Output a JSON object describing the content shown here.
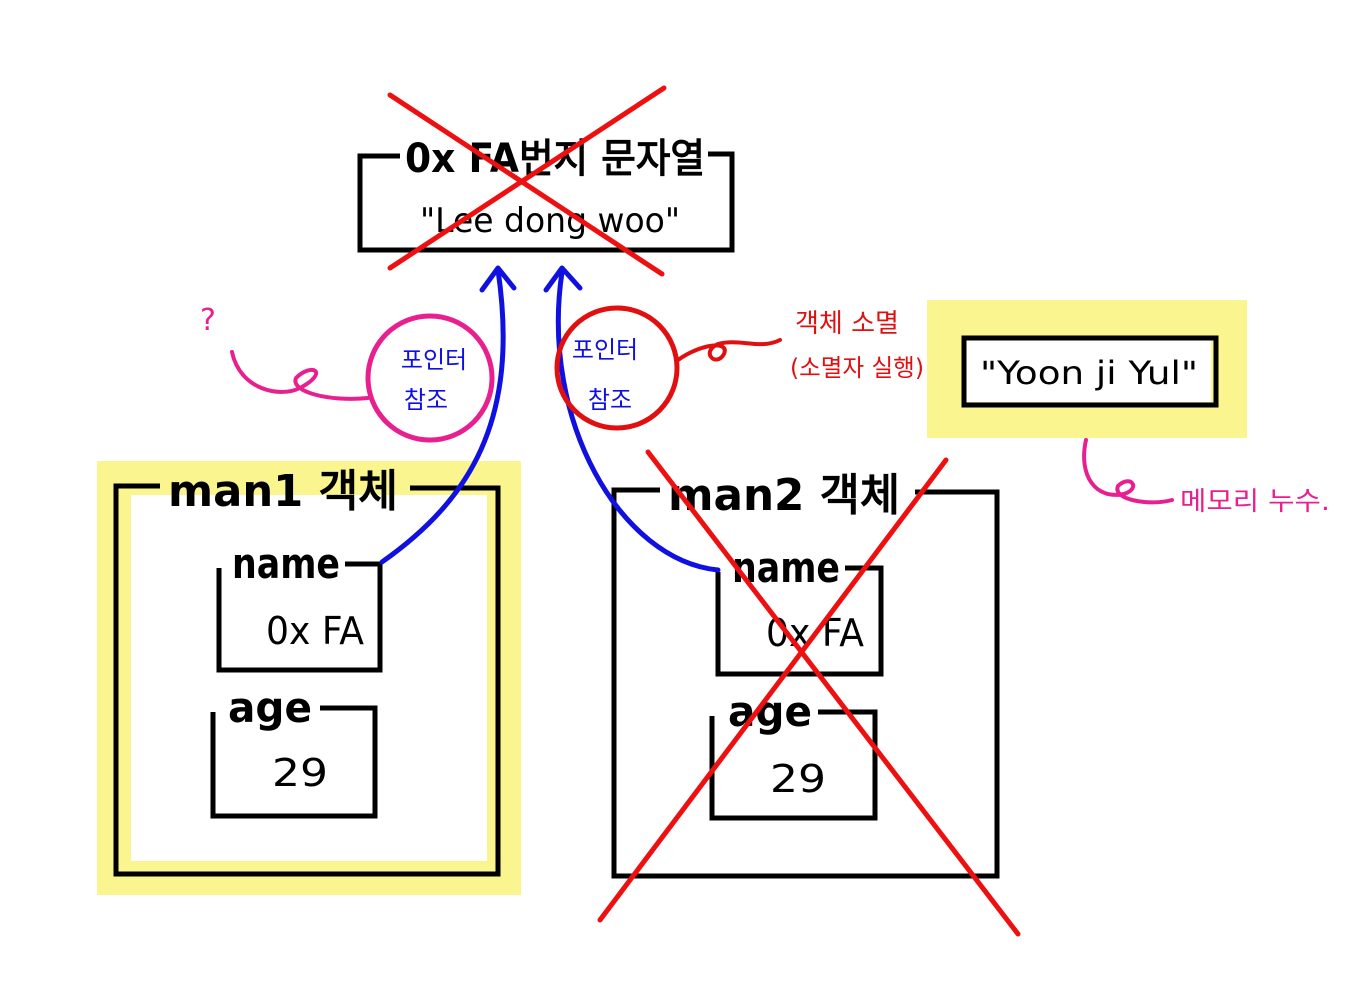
{
  "string_box": {
    "title": "0x FA번지 문자열",
    "value": "\"Lee dong woo\""
  },
  "pointer_ref_left": {
    "line1": "포인터",
    "line2": "참조"
  },
  "pointer_ref_right": {
    "line1": "포인터",
    "line2": "참조"
  },
  "question_note": "?",
  "destroy_note": {
    "line1": "객체 소멸",
    "line2": "(소멸자 실행)"
  },
  "leak_box": {
    "value": "\"Yoon ji Yul\""
  },
  "leak_note": "메모리 누수.",
  "man1": {
    "title": "man1 객체",
    "name_label": "name",
    "name_value": "0x FA",
    "age_label": "age",
    "age_value": "29"
  },
  "man2": {
    "title": "man2 객체",
    "name_label": "name",
    "name_value": "0x FA",
    "age_label": "age",
    "age_value": "29"
  },
  "colors": {
    "ink": "#000000",
    "pointer_arrow": "#1010e0",
    "strike": "#ee1010",
    "highlight": "#f8f26a",
    "pink": "#e8208f",
    "red_note": "#e01010"
  }
}
